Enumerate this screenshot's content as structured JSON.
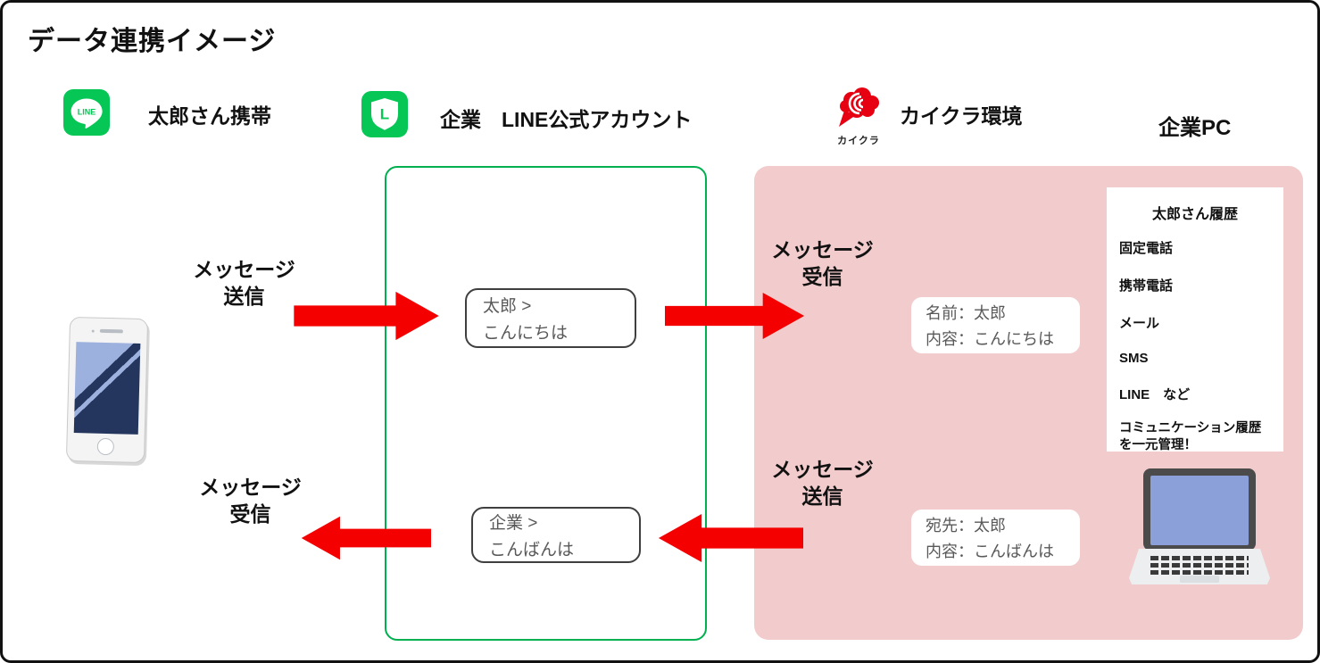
{
  "title": "データ連携イメージ",
  "colors": {
    "line_green": "#06C755",
    "boundary_green": "#00B050",
    "arrow_red": "#F40000",
    "panel_pink": "#F2CCCC",
    "kaikura_red": "#E60012",
    "laptop_screen_blue": "#8BA0D8",
    "phone_screen_navy": "#24355E"
  },
  "header": {
    "taro_phone_label": "太郎さん携帯",
    "line_official_label": "企業　LINE公式アカウント",
    "kaikura_label": "カイクラ環境",
    "company_pc_label": "企業PC"
  },
  "icons": {
    "line_badge_text": "LINE",
    "oa_badge_text": "L",
    "kaikura_logo_text": "カイクラ"
  },
  "flows": {
    "send_top": {
      "line1": "メッセージ",
      "line2": "送信"
    },
    "receive_top": {
      "line1": "メッセージ",
      "line2": "受信"
    },
    "receive_bottom": {
      "line1": "メッセージ",
      "line2": "受信"
    },
    "send_bottom": {
      "line1": "メッセージ",
      "line2": "送信"
    }
  },
  "messages": {
    "incoming": {
      "line1": "太郎 >",
      "line2": "こんにちは"
    },
    "outgoing": {
      "line1": "企業 >",
      "line2": "こんばんは"
    }
  },
  "kaikura_panel": {
    "received_card": {
      "line1": "名前：太郎",
      "line2": "内容：こんにちは"
    },
    "send_card": {
      "line1": "宛先：太郎",
      "line2": "内容：こんばんは"
    },
    "history": {
      "title": "太郎さん履歴",
      "items": [
        "固定電話",
        "携帯電話",
        "メール",
        "SMS",
        "LINE　など"
      ],
      "footer": "コミュニケーション履歴を一元管理！"
    }
  }
}
